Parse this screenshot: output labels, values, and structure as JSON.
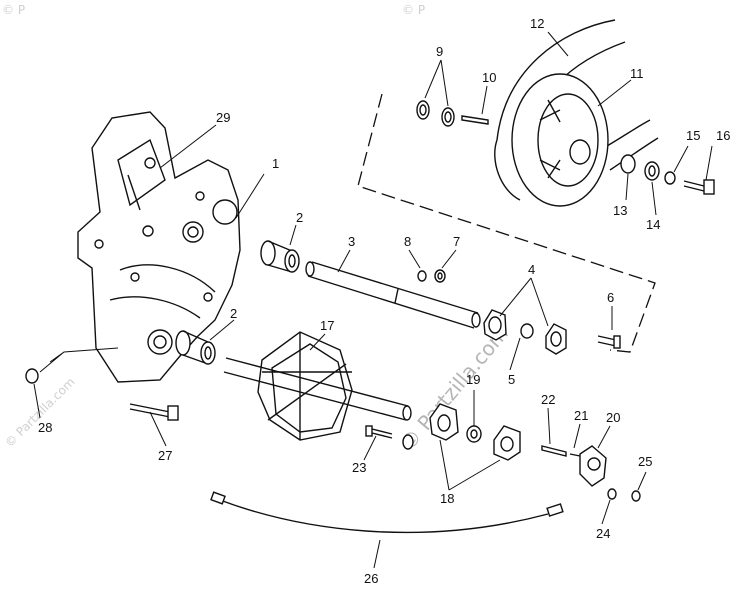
{
  "watermark": {
    "main": "© Partzilla.com",
    "top_left": "© P",
    "top_right": "© P",
    "bottom_left": "© Partzilla.com"
  },
  "callouts": {
    "c1": "1",
    "c2a": "2",
    "c2b": "2",
    "c3": "3",
    "c4": "4",
    "c5": "5",
    "c6": "6",
    "c7": "7",
    "c8": "8",
    "c9": "9",
    "c10": "10",
    "c11": "11",
    "c12": "12",
    "c13": "13",
    "c14": "14",
    "c15": "15",
    "c16": "16",
    "c17": "17",
    "c18": "18",
    "c19": "19",
    "c20": "20",
    "c21": "21",
    "c22": "22",
    "c23": "23",
    "c24": "24",
    "c25": "25",
    "c26": "26",
    "c27": "27",
    "c28": "28",
    "c29": "29"
  }
}
